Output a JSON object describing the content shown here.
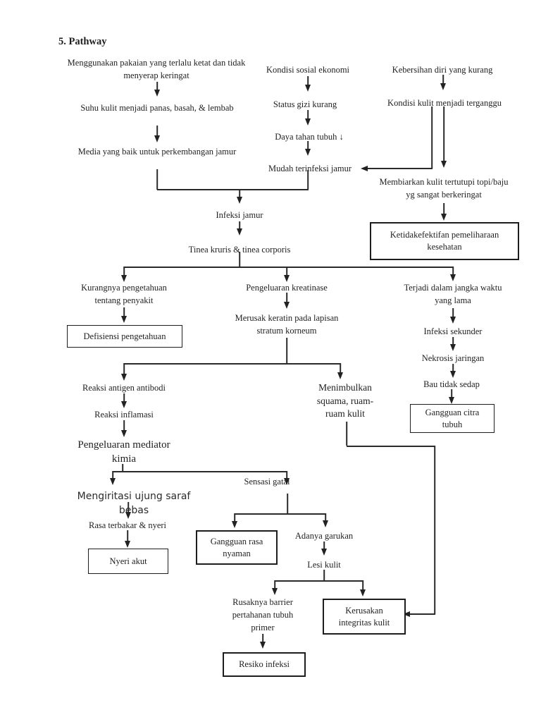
{
  "page": {
    "title": "5. Pathway",
    "background": "#ffffff",
    "ink": "#1f1f1f",
    "line_color": "#2a2a2a"
  },
  "nodes": {
    "pakaian": {
      "text": "Menggunakan pakaian yang terlalu ketat dan tidak\nmenyerap keringat"
    },
    "suhu": {
      "text": "Suhu kulit menjadi panas, basah, & lembab"
    },
    "media": {
      "text": "Media yang baik untuk perkembangan jamur"
    },
    "kondisi_sosial": {
      "text": "Kondisi sosial ekonomi"
    },
    "status_gizi": {
      "text": "Status gizi kurang"
    },
    "daya_tahan": {
      "text": "Daya tahan tubuh ↓"
    },
    "mudah_terinfeksi": {
      "text": "Mudah terinfeksi jamur"
    },
    "kebersihan": {
      "text": "Kebersihan diri yang kurang"
    },
    "kondisi_kulit": {
      "text": "Kondisi kulit menjadi terganggu"
    },
    "membiarkan": {
      "text": "Membiarkan kulit tertutupi topi/baju\nyg sangat berkeringat"
    },
    "infeksi_jamur": {
      "text": "Infeksi jamur"
    },
    "tinea": {
      "text": "Tinea kruris & tinea corporis"
    },
    "kurangnya": {
      "text": "Kurangnya pengetahuan\ntentang penyakit"
    },
    "pengeluaran_kreatinase": {
      "text": "Pengeluaran kreatinase"
    },
    "merusak_keratin": {
      "text": "Merusak keratin pada lapisan\nstratum korneum"
    },
    "terjadi_lama": {
      "text": "Terjadi dalam jangka waktu\nyang lama"
    },
    "infeksi_sekunder": {
      "text": "Infeksi sekunder"
    },
    "nekrosis": {
      "text": "Nekrosis jaringan"
    },
    "bau": {
      "text": "Bau tidak sedap"
    },
    "reaksi_antigen": {
      "text": "Reaksi antigen antibodi"
    },
    "reaksi_inflamasi": {
      "text": "Reaksi inflamasi"
    },
    "mediator_kimia": {
      "text": "Pengeluaran mediator\nkimia"
    },
    "menimbulkan": {
      "text": "Menimbulkan\nsquama, ruam-\nruam kulit"
    },
    "mengiritasi": {
      "text": "Mengiritasi ujung saraf\nbebas"
    },
    "sensasi_gatal": {
      "text": "Sensasi gatal"
    },
    "rasa_terbakar": {
      "text": "Rasa terbakar & nyeri"
    },
    "adanya_garukan": {
      "text": "Adanya garukan"
    },
    "lesi_kulit": {
      "text": "Lesi kulit"
    },
    "rusaknya_barrier": {
      "text": "Rusaknya barrier\npertahanan tubuh\nprimer"
    }
  },
  "boxes": {
    "ketidakefektifan": {
      "text": "Ketidakefektifan pemeliharaan\nkesehatan"
    },
    "defisiensi": {
      "text": "Defisiensi pengetahuan"
    },
    "gangguan_citra": {
      "text": "Gangguan citra\ntubuh"
    },
    "nyeri_akut": {
      "text": "Nyeri akut"
    },
    "gangguan_rasa": {
      "text": "Gangguan rasa\nnyaman"
    },
    "kerusakan_integritas": {
      "text": "Kerusakan\nintegritas kulit"
    },
    "resiko_infeksi": {
      "text": "Resiko infeksi"
    }
  },
  "edges": [
    {
      "from": "pakaian",
      "to": "suhu"
    },
    {
      "from": "suhu",
      "to": "media"
    },
    {
      "from": "media",
      "to": "infeksi_jamur"
    },
    {
      "from": "kondisi_sosial",
      "to": "status_gizi"
    },
    {
      "from": "status_gizi",
      "to": "daya_tahan"
    },
    {
      "from": "daya_tahan",
      "to": "mudah_terinfeksi"
    },
    {
      "from": "mudah_terinfeksi",
      "to": "infeksi_jamur"
    },
    {
      "from": "kebersihan",
      "to": "kondisi_kulit"
    },
    {
      "from": "kondisi_kulit",
      "to": "mudah_terinfeksi"
    },
    {
      "from": "kondisi_kulit",
      "to": "membiarkan"
    },
    {
      "from": "membiarkan",
      "to": "ketidakefektifan"
    },
    {
      "from": "infeksi_jamur",
      "to": "tinea"
    },
    {
      "from": "tinea",
      "to": "kurangnya"
    },
    {
      "from": "tinea",
      "to": "pengeluaran_kreatinase"
    },
    {
      "from": "tinea",
      "to": "terjadi_lama"
    },
    {
      "from": "kurangnya",
      "to": "defisiensi"
    },
    {
      "from": "pengeluaran_kreatinase",
      "to": "merusak_keratin"
    },
    {
      "from": "merusak_keratin",
      "to": "reaksi_antigen"
    },
    {
      "from": "merusak_keratin",
      "to": "menimbulkan"
    },
    {
      "from": "terjadi_lama",
      "to": "infeksi_sekunder"
    },
    {
      "from": "infeksi_sekunder",
      "to": "nekrosis"
    },
    {
      "from": "nekrosis",
      "to": "bau"
    },
    {
      "from": "bau",
      "to": "gangguan_citra"
    },
    {
      "from": "reaksi_antigen",
      "to": "reaksi_inflamasi"
    },
    {
      "from": "reaksi_inflamasi",
      "to": "mediator_kimia"
    },
    {
      "from": "mediator_kimia",
      "to": "mengiritasi"
    },
    {
      "from": "mediator_kimia",
      "to": "sensasi_gatal"
    },
    {
      "from": "mengiritasi",
      "to": "rasa_terbakar"
    },
    {
      "from": "rasa_terbakar",
      "to": "nyeri_akut"
    },
    {
      "from": "sensasi_gatal",
      "to": "gangguan_rasa"
    },
    {
      "from": "sensasi_gatal",
      "to": "adanya_garukan"
    },
    {
      "from": "adanya_garukan",
      "to": "lesi_kulit"
    },
    {
      "from": "lesi_kulit",
      "to": "rusaknya_barrier"
    },
    {
      "from": "lesi_kulit",
      "to": "kerusakan_integritas"
    },
    {
      "from": "menimbulkan",
      "to": "kerusakan_integritas"
    },
    {
      "from": "rusaknya_barrier",
      "to": "resiko_infeksi"
    }
  ]
}
